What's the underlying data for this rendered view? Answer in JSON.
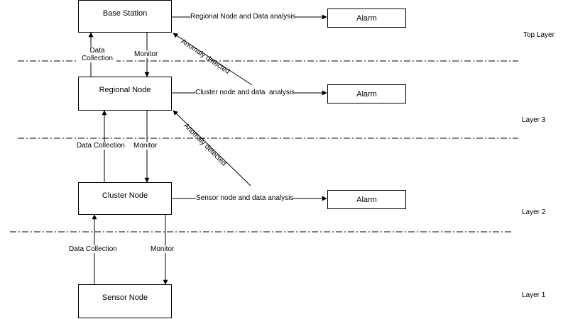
{
  "nodes": {
    "base_station": "Base Station",
    "regional_node": "Regional Node",
    "cluster_node": "Cluster Node",
    "sensor_node": "Sensor Node"
  },
  "alarms": [
    "Alarm",
    "Alarm",
    "Alarm"
  ],
  "flows": {
    "base_to_alarm": "Regional Node and Data analysis",
    "regional_to_alarm": "Cluster node and data  analysis",
    "cluster_to_alarm": "Sensor node and data analysis",
    "data_collection_top": "Data\nCollection",
    "data_collection": "Data Collection",
    "monitor": "Monitor",
    "anomaly_detected": "Anomaly detected"
  },
  "layers": {
    "top": "Top Layer",
    "layer3": "Layer 3",
    "layer2": "Layer 2",
    "layer1": "Layer 1"
  }
}
